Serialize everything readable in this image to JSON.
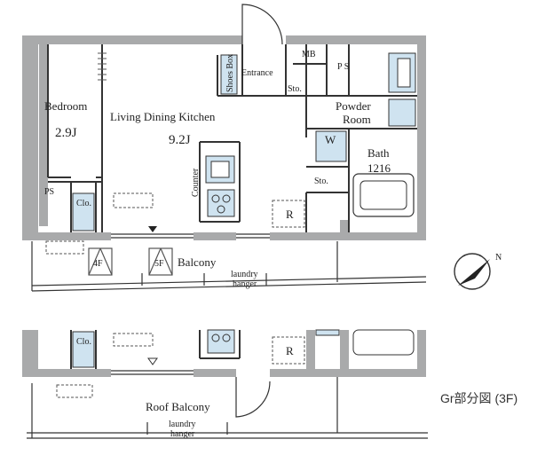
{
  "rooms": {
    "bedroom": {
      "name": "Bedroom",
      "size": "2.9J"
    },
    "ldk": {
      "name": "Living Dining Kitchen",
      "size": "9.2J"
    },
    "entrance": "Entrance",
    "shoes_box": "Shoes Box",
    "mb": "MB",
    "ps_top": "P S",
    "ps_left": "PS",
    "powder": {
      "line1": "Powder",
      "line2": "Room"
    },
    "washer": "W",
    "bath": {
      "name": "Bath",
      "size": "1216"
    },
    "sto_top": "Sto.",
    "sto_mid": "Sto.",
    "counter": "Counter",
    "clo": "Clo.",
    "r_mark": "R",
    "balcony": "Balcony",
    "laundry": {
      "line1": "laundry",
      "line2": "hanger"
    },
    "hatch_4f": "4F",
    "hatch_5f": "5F"
  },
  "lower": {
    "clo": "Clo.",
    "r_mark": "R",
    "roof_balcony": "Roof Balcony",
    "laundry": {
      "line1": "laundry",
      "line2": "hanger"
    }
  },
  "caption": "Gr部分図 (3F)",
  "compass": {
    "label": "N"
  },
  "colors": {
    "wall": "#a9aaab",
    "fixture": "#cfe3f0",
    "line": "#333333"
  }
}
